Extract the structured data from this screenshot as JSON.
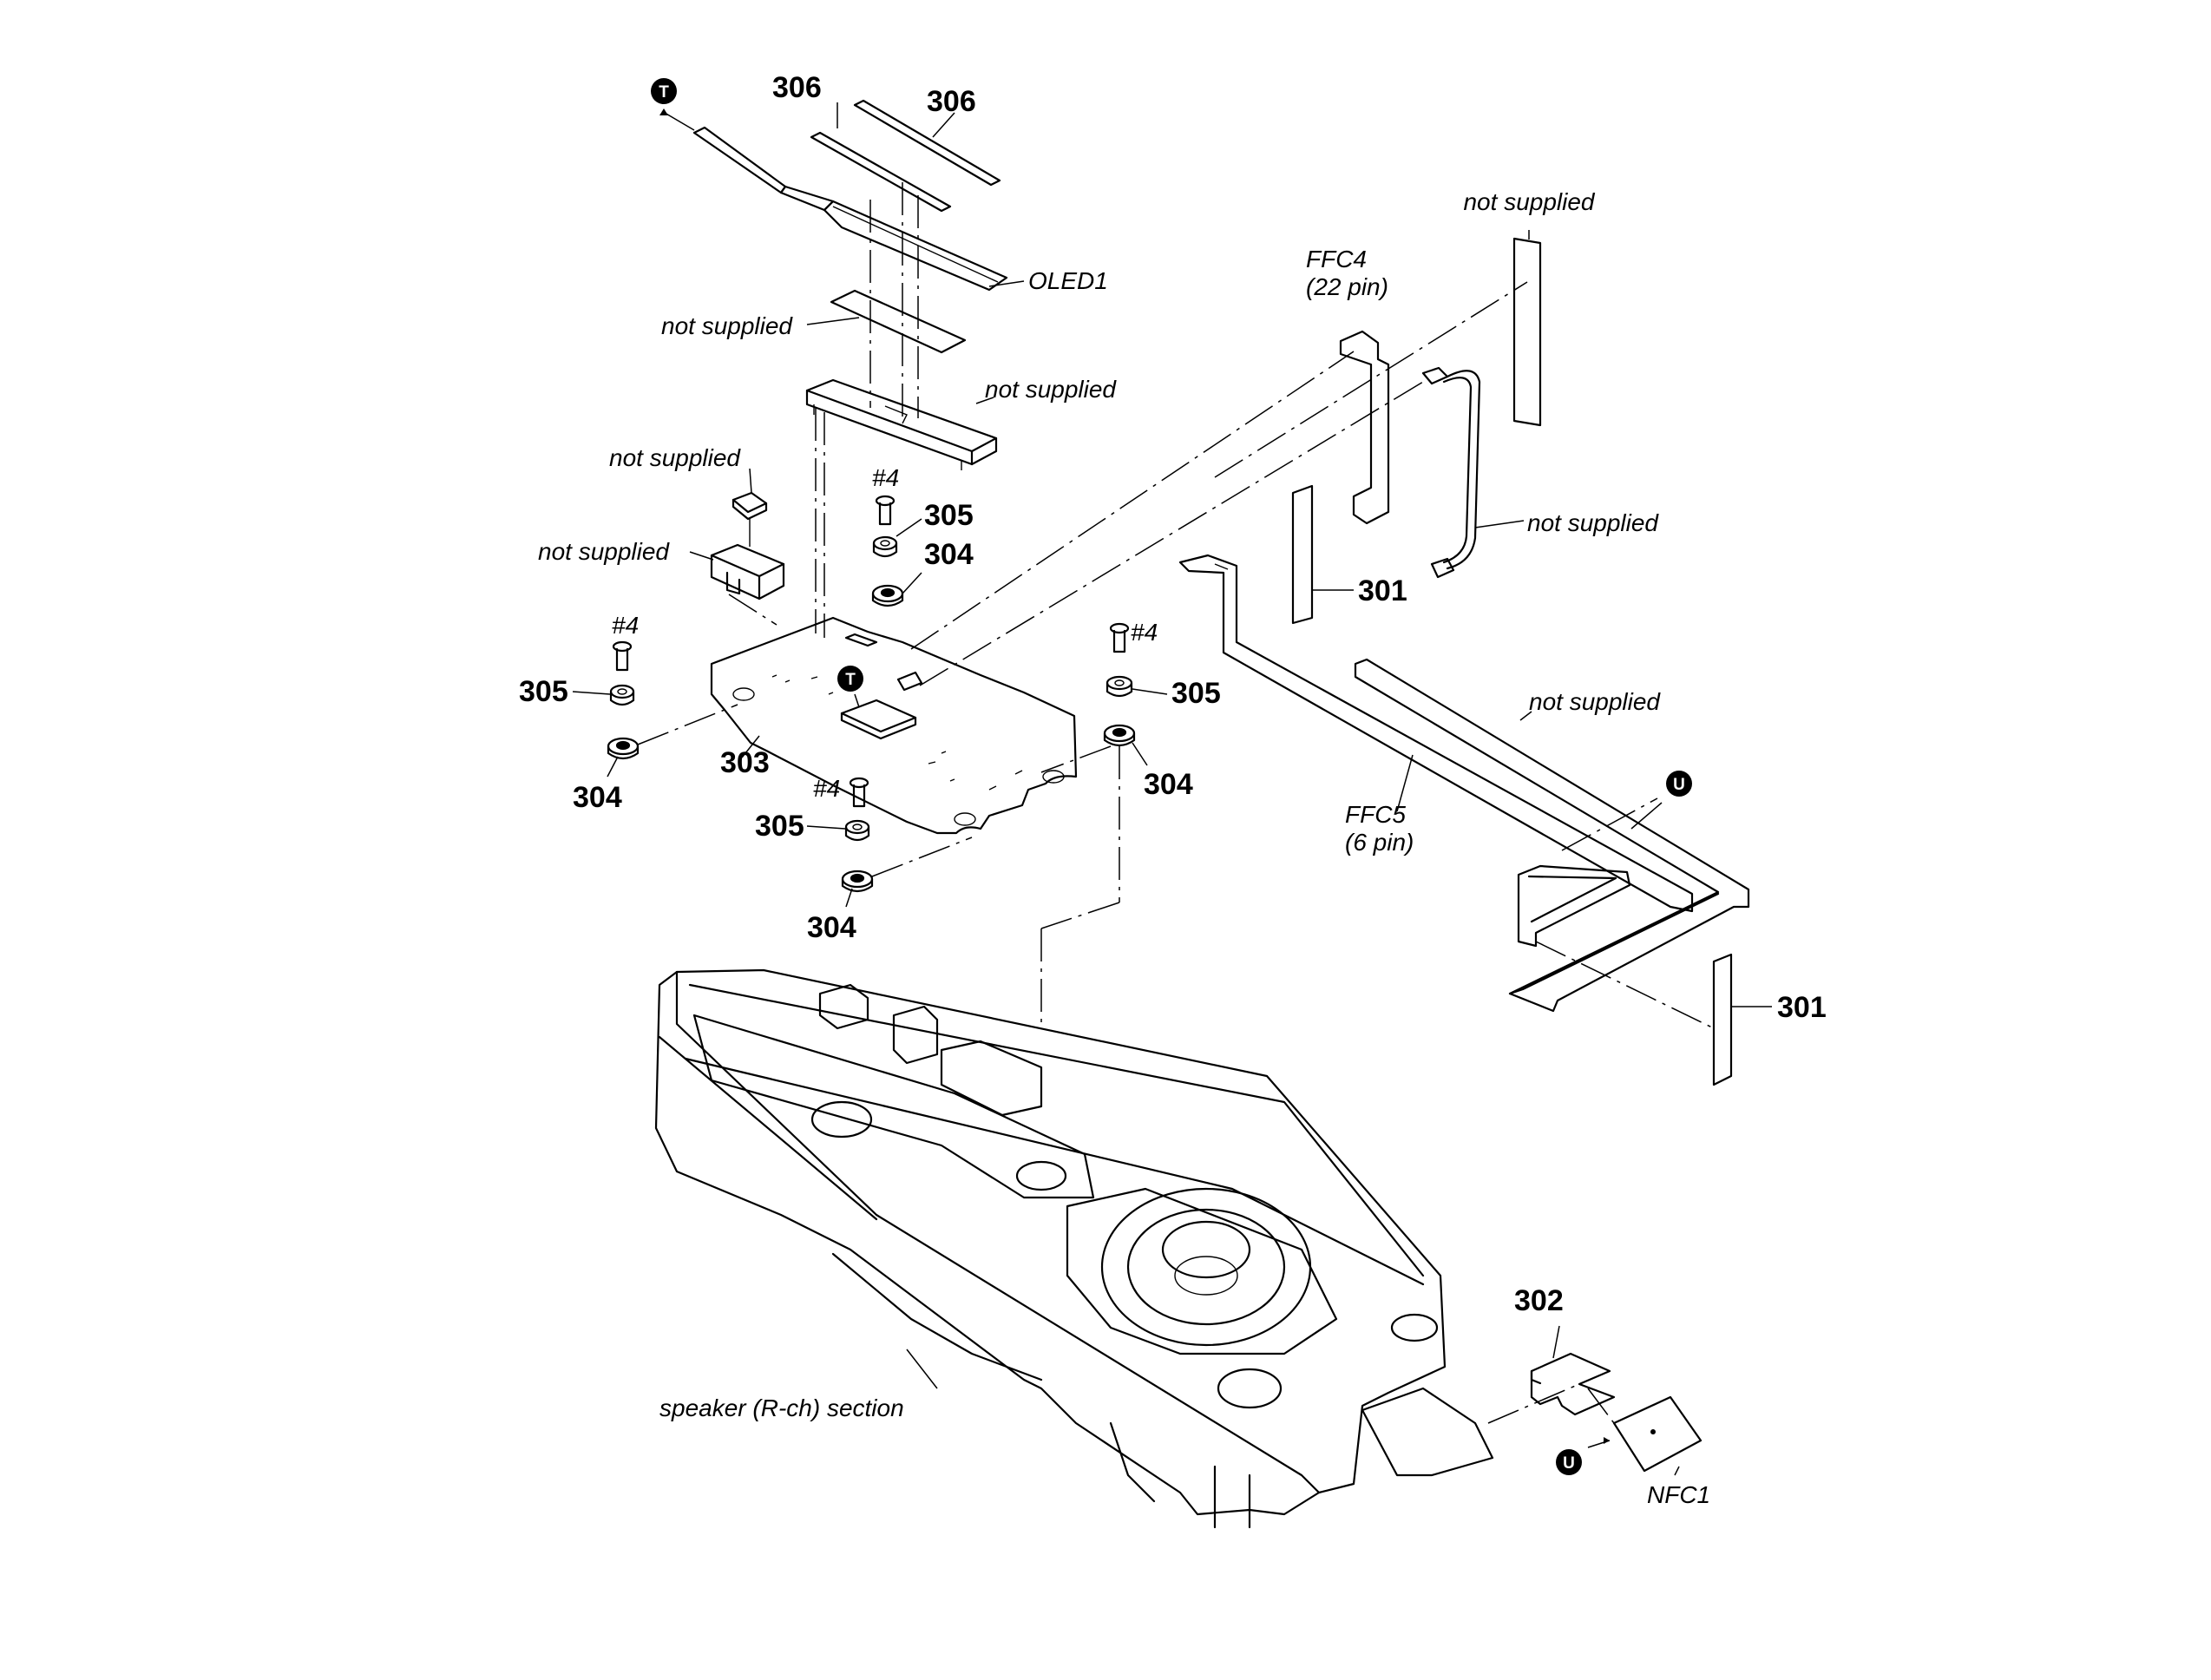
{
  "part_numbers": {
    "p306_a": "306",
    "p306_b": "306",
    "p305_top": "305",
    "p304_top": "304",
    "p305_left": "305",
    "p304_left": "304",
    "p303": "303",
    "p305_bottom": "305",
    "p304_bottom": "304",
    "p305_right": "305",
    "p304_right": "304",
    "p301_upper": "301",
    "p301_lower": "301",
    "p302": "302"
  },
  "labels": {
    "oled1": "OLED1",
    "not_supplied_strip": "not supplied",
    "not_supplied_holder": "not supplied",
    "not_supplied_cap": "not supplied",
    "not_supplied_block": "not supplied",
    "not_supplied_tape": "not supplied",
    "not_supplied_wire": "not supplied",
    "not_supplied_cable": "not supplied",
    "ffc4_name": "FFC4",
    "ffc4_pin": "(22 pin)",
    "ffc5_name": "FFC5",
    "ffc5_pin": "(6 pin)",
    "nfc1": "NFC1",
    "speaker_section": "speaker (R-ch) section"
  },
  "screw_labels": {
    "top": "#4",
    "left": "#4",
    "bottom": "#4",
    "right": "#4"
  },
  "markers": {
    "t_top": "T",
    "t_board": "T",
    "u_ffc": "U",
    "u_nfc": "U"
  }
}
